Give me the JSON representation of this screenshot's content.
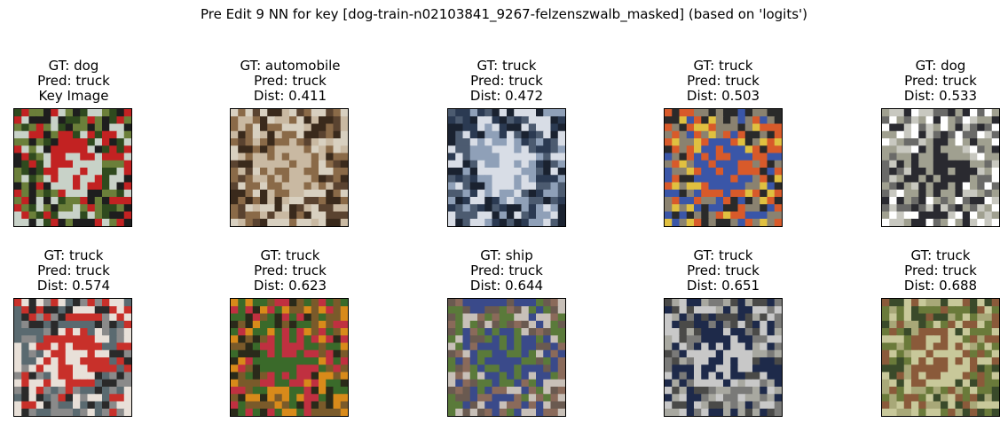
{
  "suptitle": "Pre Edit 9 NN for key [dog-train-n02103841_9267-felzenszwalb_masked] (based on 'logits')",
  "panels": [
    {
      "gt": "GT: dog",
      "pred": "Pred: truck",
      "extra": "Key Image",
      "colors": [
        "#2f4a1e",
        "#c8d2c8",
        "#c22222",
        "#6b7f3a",
        "#1e1e1e"
      ]
    },
    {
      "gt": "GT: automobile",
      "pred": "Pred: truck",
      "extra": "Dist: 0.411",
      "colors": [
        "#3a2a1c",
        "#8a6a48",
        "#c9b9a2",
        "#5a4330",
        "#d8d0c0"
      ]
    },
    {
      "gt": "GT: truck",
      "pred": "Pred: truck",
      "extra": "Dist: 0.472",
      "colors": [
        "#2b3a52",
        "#d8dde6",
        "#8fa0b8",
        "#4c5b70",
        "#1a2230"
      ]
    },
    {
      "gt": "GT: truck",
      "pred": "Pred: truck",
      "extra": "Dist: 0.503",
      "colors": [
        "#8a8270",
        "#3a56a8",
        "#d85a2a",
        "#e0c040",
        "#2a2a2a"
      ]
    },
    {
      "gt": "GT: dog",
      "pred": "Pred: truck",
      "extra": "Dist: 0.533",
      "colors": [
        "#ffffff",
        "#a0a090",
        "#2a2a30",
        "#c8c8c0",
        "#6a6a68"
      ]
    },
    {
      "gt": "GT: truck",
      "pred": "Pred: truck",
      "extra": "Dist: 0.574",
      "colors": [
        "#8a8a8a",
        "#c8302a",
        "#e8e0d8",
        "#5a6a70",
        "#2a2a2a"
      ]
    },
    {
      "gt": "GT: truck",
      "pred": "Pred: truck",
      "extra": "Dist: 0.623",
      "colors": [
        "#d88a1a",
        "#3a6a2a",
        "#c03040",
        "#7a5a2a",
        "#2a2a1a"
      ]
    },
    {
      "gt": "GT: ship",
      "pred": "Pred: truck",
      "extra": "Dist: 0.644",
      "colors": [
        "#8a6a5a",
        "#3a4a8a",
        "#5a7a3a",
        "#c8c0b8",
        "#6a5a50"
      ]
    },
    {
      "gt": "GT: truck",
      "pred": "Pred: truck",
      "extra": "Dist: 0.651",
      "colors": [
        "#7a7a78",
        "#1e2a4a",
        "#c8c8c8",
        "#4a4a48",
        "#a8a8a0"
      ]
    },
    {
      "gt": "GT: truck",
      "pred": "Pred: truck",
      "extra": "Dist: 0.688",
      "colors": [
        "#6a7a3a",
        "#c8c89a",
        "#8a5a3a",
        "#3a4a2a",
        "#a8a878"
      ]
    }
  ]
}
